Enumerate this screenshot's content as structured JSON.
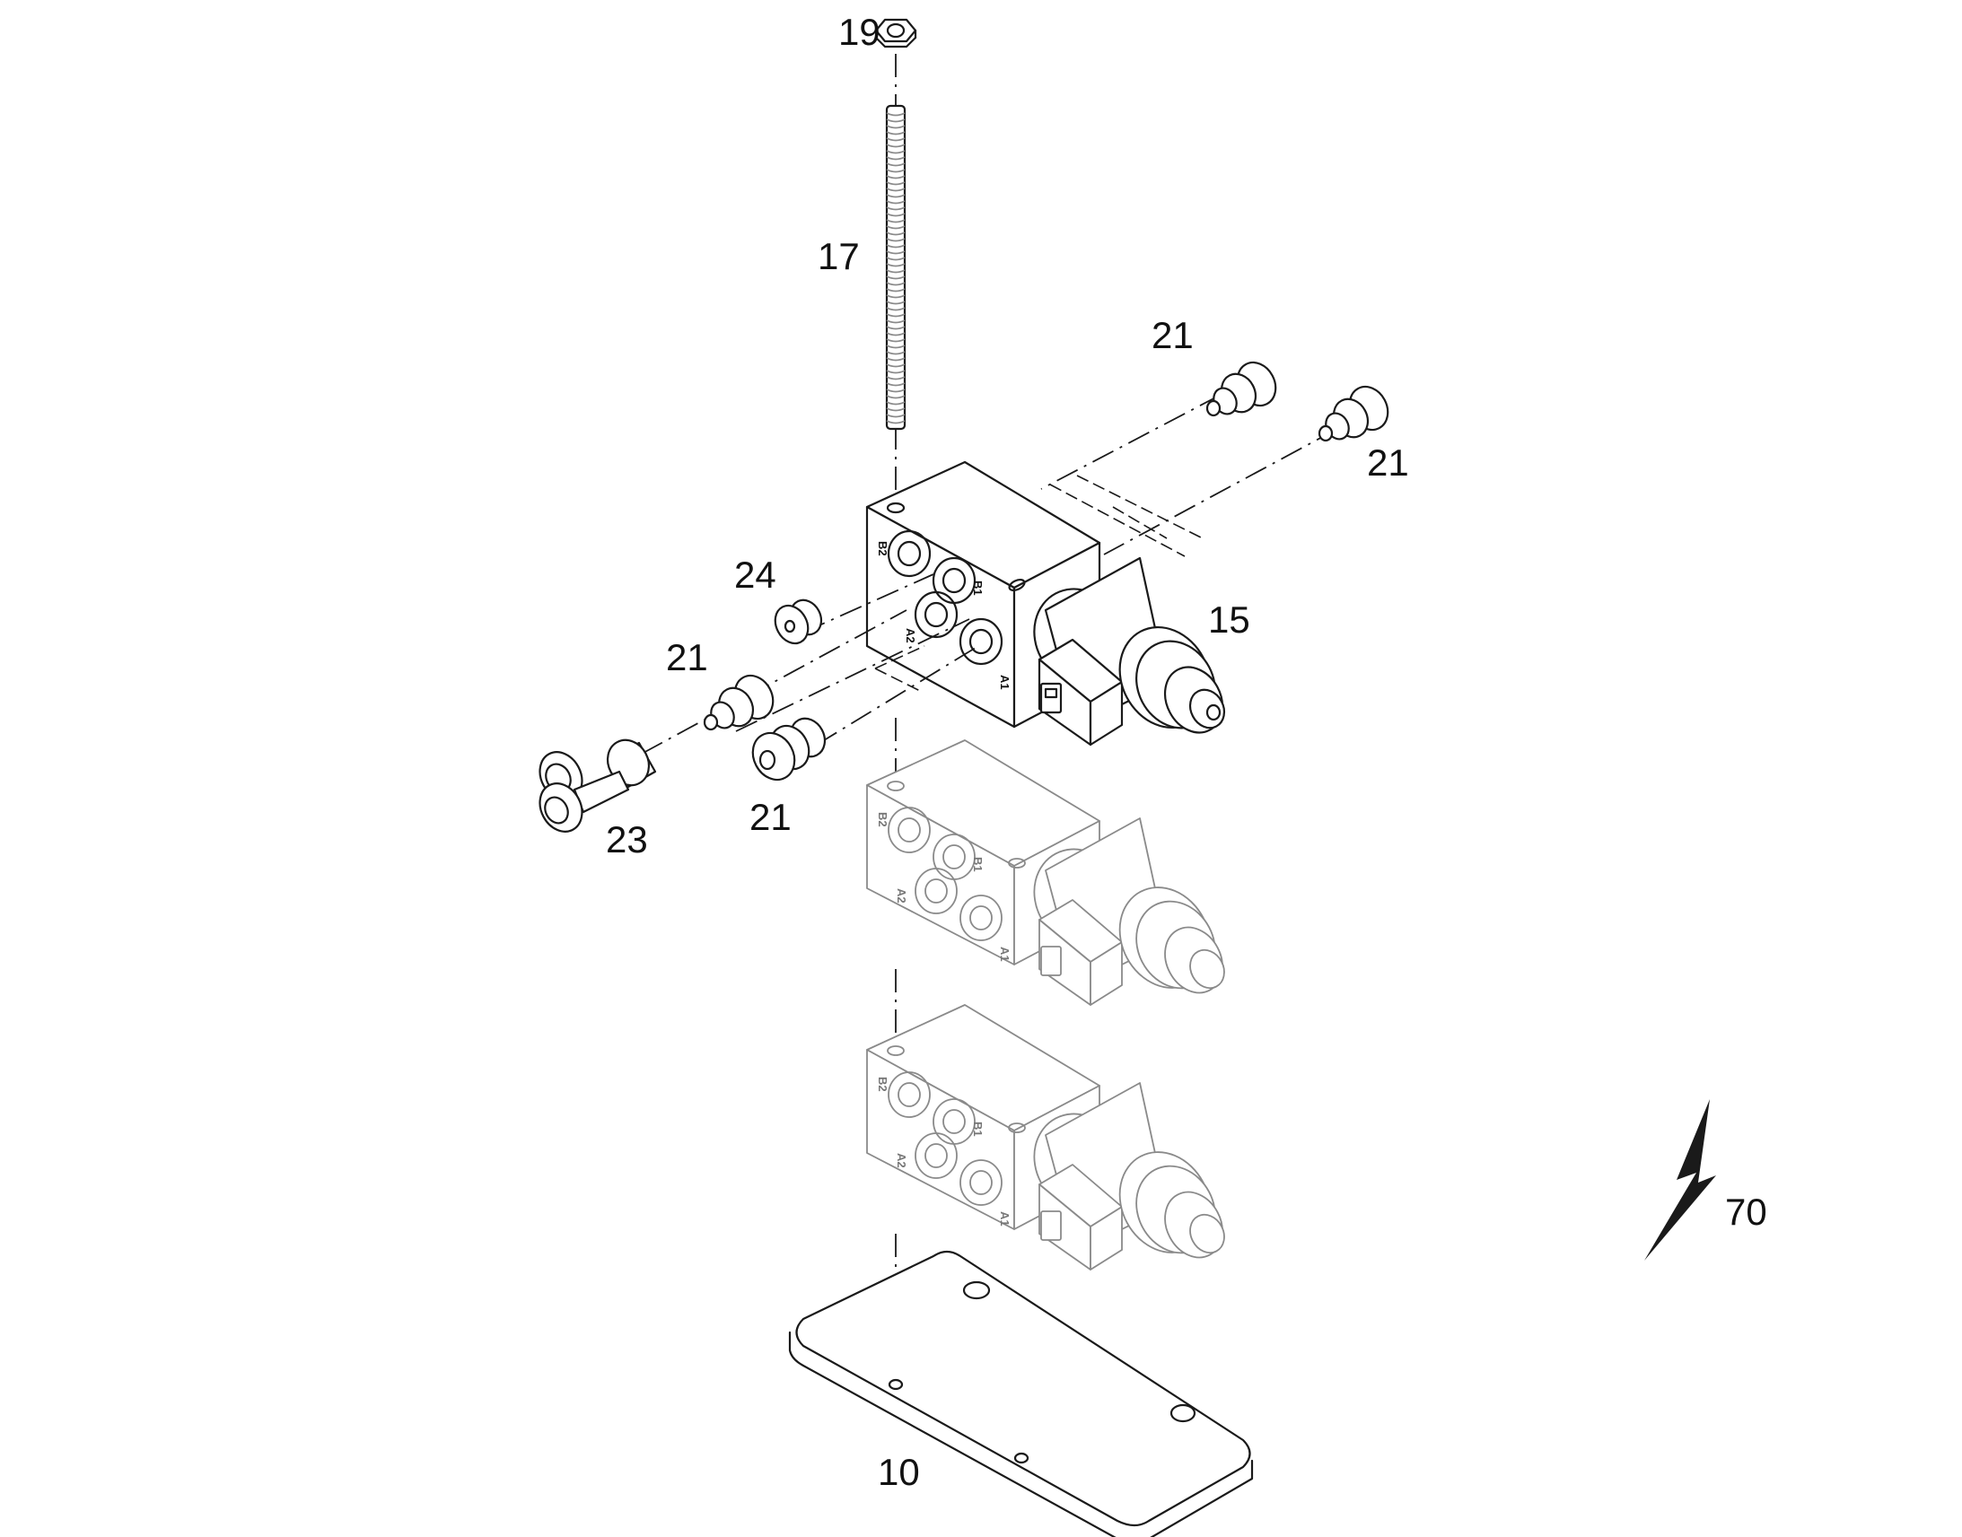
{
  "callouts": {
    "c19": "19",
    "c17": "17",
    "c21_top": "21",
    "c21_right": "21",
    "c24": "24",
    "c15": "15",
    "c21_left": "21",
    "c21_bottom": "21",
    "c23": "23",
    "c10": "10",
    "c70": "70"
  },
  "port_labels": {
    "b2": "B2",
    "b1": "B1",
    "a2": "A2",
    "a1": "A1"
  },
  "icons": {
    "electrical_symbol": "lightning-bolt-icon"
  }
}
